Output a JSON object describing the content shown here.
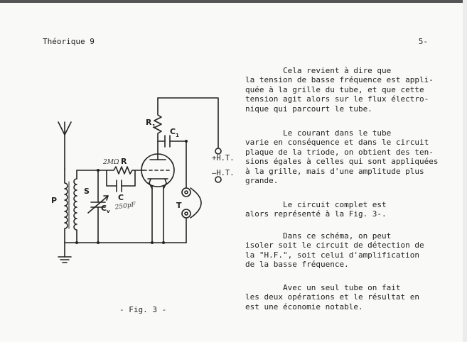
{
  "header": {
    "section": "Théorique 9",
    "page_number": "5-"
  },
  "paragraphs": [
    {
      "lines": [
        "        Cela revient à dire que",
        "la tension de basse fréquence est appli-",
        "quée à la grille du tube, et que cette",
        "tension agit alors sur le flux électro-",
        "nique qui parcourt le tube."
      ]
    },
    {
      "lines": [
        "        Le courant dans le tube",
        "varie en conséquence et dans le circuit",
        "plaque de la triode, on obtient des ten-",
        "sions égales à celles qui sont appliquées",
        "à la grille, mais d'une amplitude plus",
        "grande."
      ]
    },
    {
      "lines": [
        "        Le circuit complet est",
        "alors représenté à la Fig. 3-."
      ]
    },
    {
      "lines": [
        "        Dans ce schéma, on peut",
        "isoler soit le circuit de détection de",
        "la \"H.F.\", soit celui d'amplification",
        "de la basse fréquence."
      ]
    },
    {
      "lines": [
        "        Avec un seul tube on fait",
        "les deux opérations et le résultat en",
        "est une économie notable."
      ]
    }
  ],
  "figure": {
    "caption": "- Fig. 3 -",
    "labels": {
      "r1": "R",
      "r1_sub": "1",
      "c1": "C",
      "c1_sub": "1",
      "r": "R",
      "c": "C",
      "p": "P",
      "s": "S",
      "cv": "C",
      "cv_sub": "v",
      "t": "T",
      "ht_plus": "+H.T.",
      "ht_minus": "—H.T."
    },
    "handwritten": {
      "r_value": "2MΩ",
      "c_value": "250pF"
    }
  }
}
